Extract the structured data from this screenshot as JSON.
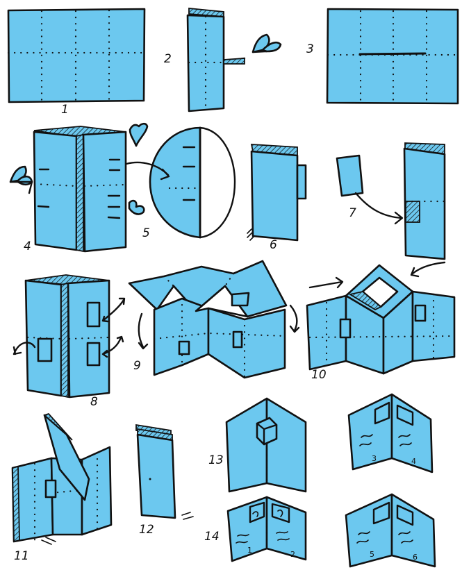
{
  "steps": [
    "1",
    "2",
    "3",
    "4",
    "5",
    "6",
    "7",
    "8",
    "9",
    "10",
    "11",
    "12",
    "13",
    "14"
  ],
  "page_numbers": [
    "1",
    "2",
    "3",
    "4",
    "5",
    "6"
  ],
  "colors": {
    "paper": "#6cc8ef",
    "ink": "#111111"
  },
  "icons": [
    "scissors-icon",
    "cut-arrow-icon",
    "fold-arrow-icon",
    "magnifier-circle"
  ]
}
